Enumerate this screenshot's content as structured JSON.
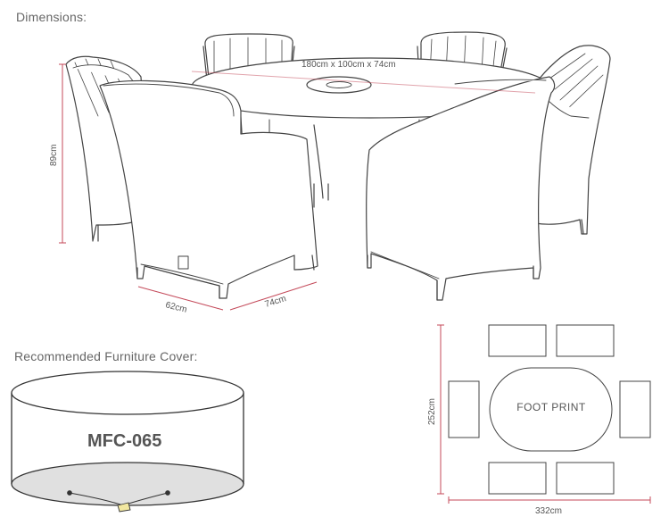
{
  "headings": {
    "dimensions": "Dimensions:",
    "recommended_cover": "Recommended Furniture Cover:"
  },
  "dimension_labels": {
    "table": "180cm x 100cm x 74cm",
    "chair_height": "89cm",
    "chair_width": "62cm",
    "chair_depth": "74cm"
  },
  "cover": {
    "code": "MFC-065"
  },
  "footprint": {
    "label": "FOOT PRINT",
    "depth": "252cm",
    "width": "332cm"
  },
  "colors": {
    "dimension_line": "#c44a5a",
    "outline": "#444444",
    "cover_base": "#e0e0e0"
  }
}
